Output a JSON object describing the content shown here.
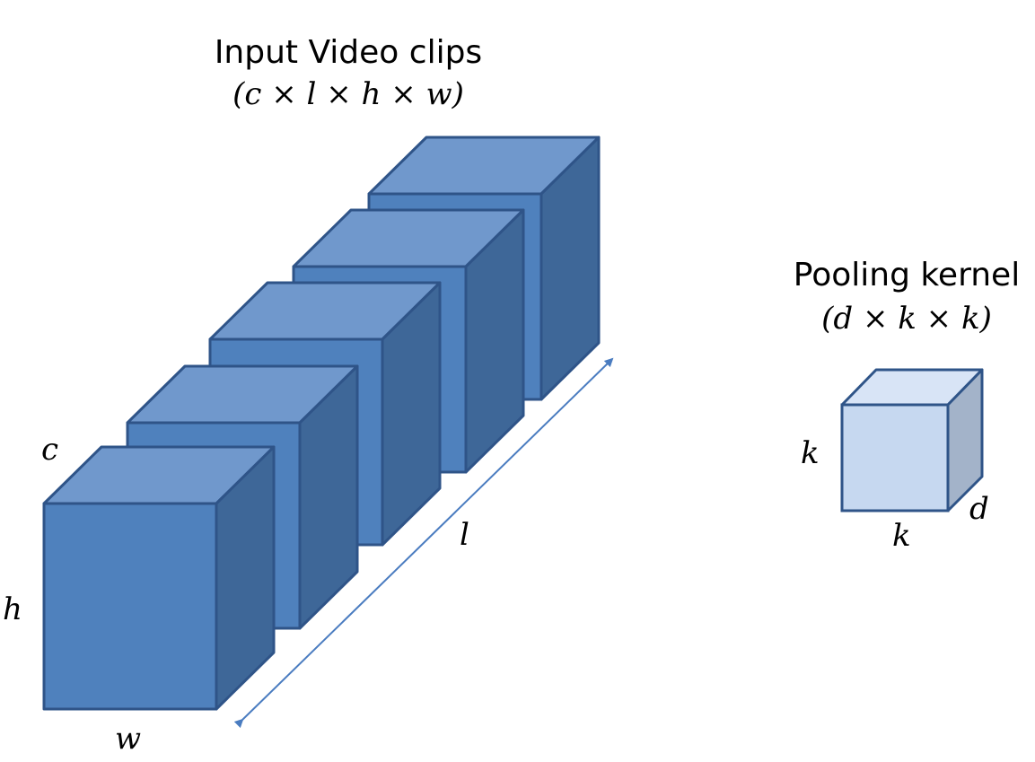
{
  "input": {
    "title": "Input Video clips",
    "formula": "(c × l × h × w)",
    "labels": {
      "channels": "c",
      "height": "h",
      "width": "w",
      "length": "l"
    }
  },
  "kernel": {
    "title": "Pooling kernel",
    "formula": "(d × k × k)",
    "labels": {
      "height": "k",
      "width": "k",
      "depth": "d"
    }
  },
  "colors": {
    "cube_front": "#4f81bd",
    "cube_top": "#7098cc",
    "cube_side": "#3e6798",
    "cube_stroke": "#2f5488",
    "kernel_front": "#c6d8f0",
    "kernel_top": "#d8e4f6",
    "kernel_side": "#a3b3c9",
    "arrow": "#4a7cc0"
  }
}
